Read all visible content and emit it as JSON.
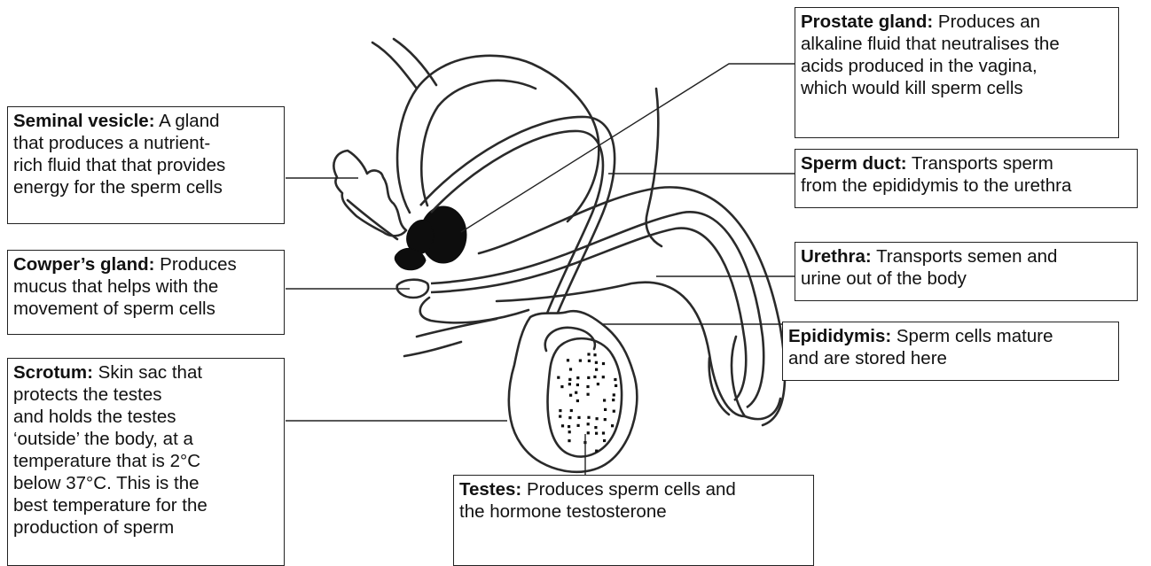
{
  "labels": {
    "seminal_vesicle": {
      "term": "Seminal vesicle:",
      "desc": " A gland\nthat produces a nutrient-\nrich fluid that that provides\nenergy for the sperm cells"
    },
    "cowpers_gland": {
      "term": "Cowper’s gland:",
      "desc": " Produces\nmucus that helps with the\nmovement of sperm cells"
    },
    "scrotum": {
      "term": "Scrotum:",
      "desc": " Skin sac that\nprotects the testes\nand holds the testes\n‘outside’ the body, at a\ntemperature that is 2°C\nbelow 37°C. This is the\nbest temperature for the\nproduction of sperm"
    },
    "prostate_gland": {
      "term": "Prostate gland:",
      "desc": " Produces an\nalkaline fluid that neutralises the\nacids produced in the vagina,\nwhich would kill sperm cells"
    },
    "sperm_duct": {
      "term": "Sperm duct:",
      "desc": " Transports sperm\nfrom the epididymis to the urethra"
    },
    "urethra": {
      "term": "Urethra:",
      "desc": " Transports semen and\nurine out of the body"
    },
    "epididymis": {
      "term": "Epididymis:",
      "desc": " Sperm cells mature\nand are stored here"
    },
    "testes": {
      "term": "Testes:",
      "desc": " Produces sperm cells and\nthe hormone testosterone"
    }
  },
  "colors": {
    "ink": "#2a2a2a",
    "gland_fill": "#0d0d0d",
    "background": "#ffffff"
  }
}
